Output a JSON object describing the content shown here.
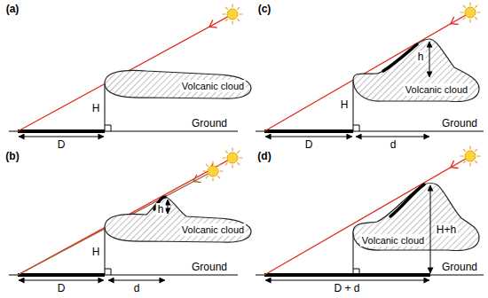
{
  "diagram": {
    "nodes": [
      {
        "text": [
          "Volcanic cloud"
        ]
      },
      {
        "text": [
          "Volcanic cloud"
        ]
      },
      {
        "text": [
          "Volcanic cloud"
        ]
      },
      {
        "text": [
          "Volcanic cloud"
        ]
      }
    ],
    "labels": [
      "(a)",
      "H",
      "D",
      "Ground",
      "(b)",
      "h",
      "H",
      "D",
      "d",
      "Ground",
      "(c)",
      "h",
      "H",
      "D",
      "d",
      "Ground",
      "(d)",
      "H+h",
      "D + d",
      "Ground"
    ]
  }
}
